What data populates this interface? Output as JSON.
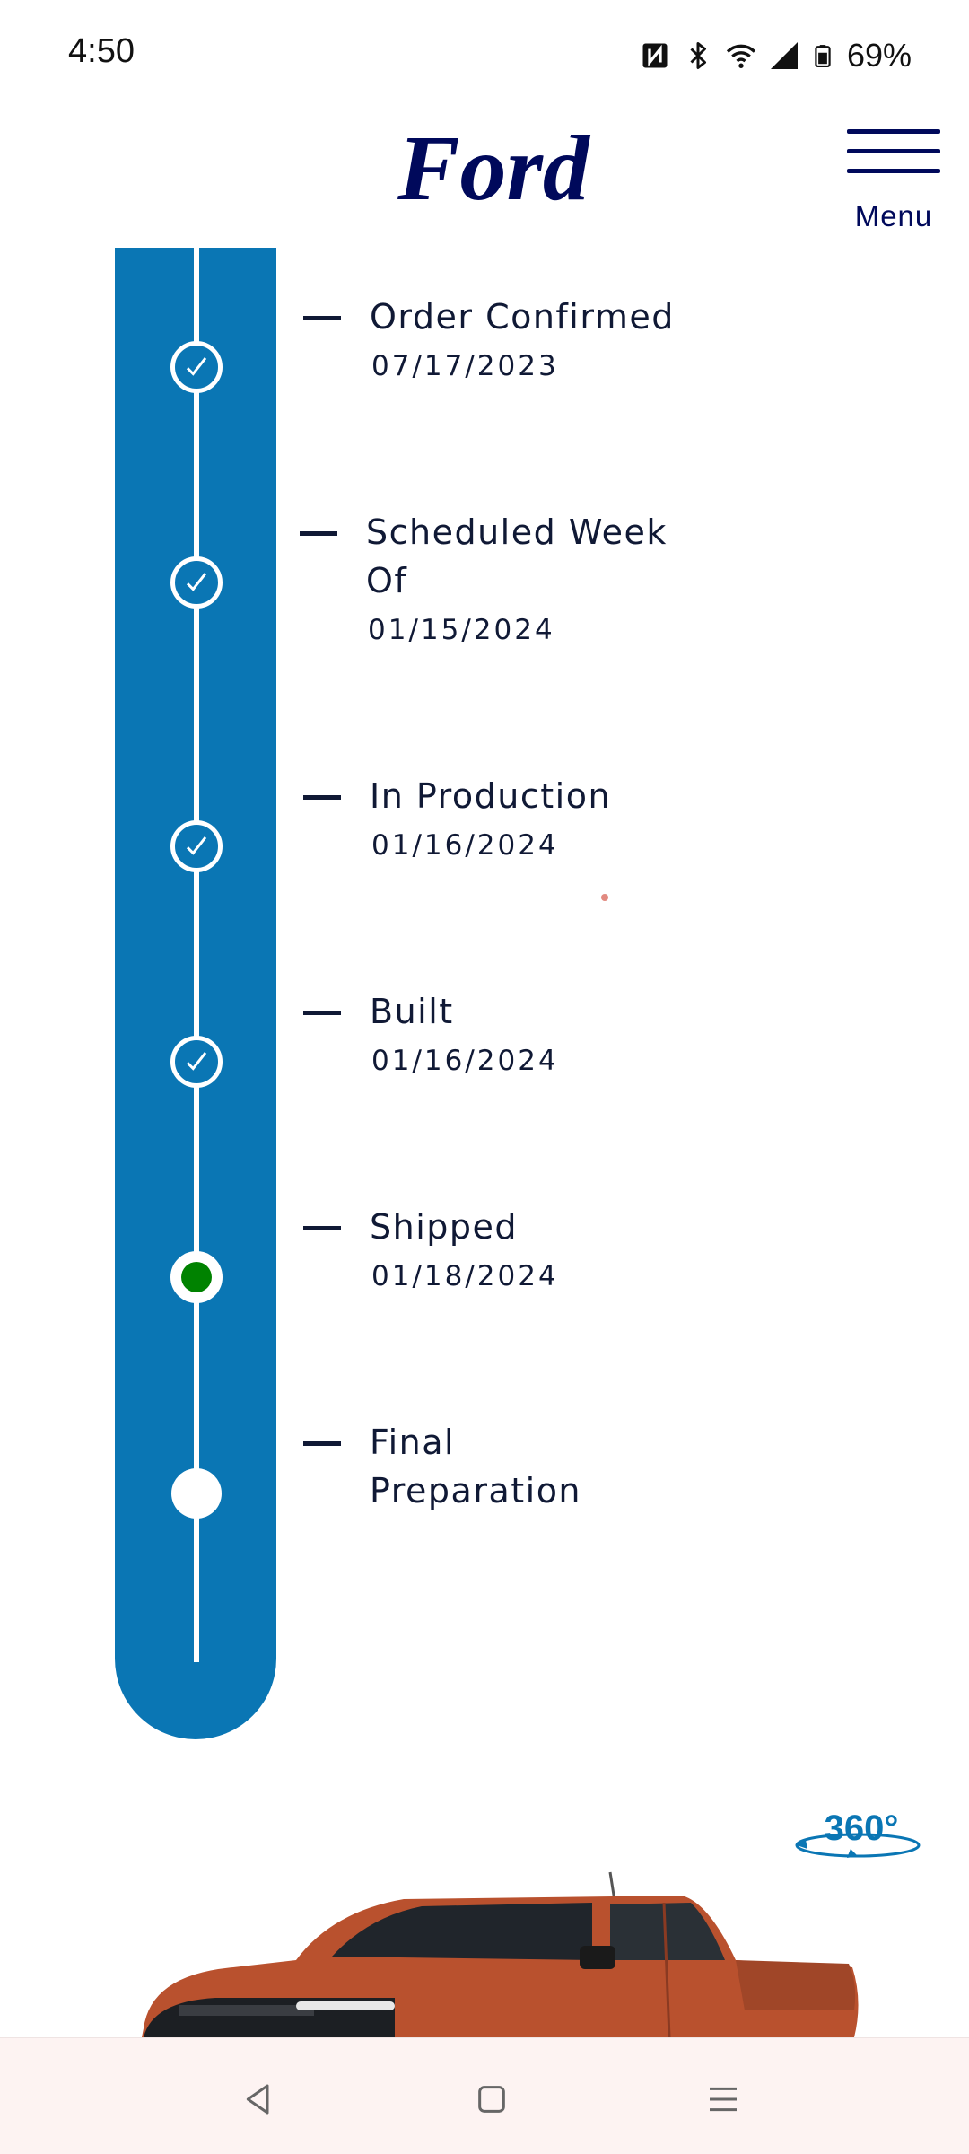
{
  "status_bar": {
    "time": "4:50",
    "battery_percent": "69%",
    "icons": [
      "nfc-icon",
      "bluetooth-icon",
      "wifi-icon",
      "signal-icon",
      "battery-icon"
    ]
  },
  "header": {
    "logo_text": "Ford",
    "menu_label": "Menu"
  },
  "timeline": {
    "steps": [
      {
        "title": "Order Confirmed",
        "date": "07/17/2023",
        "state": "complete"
      },
      {
        "title_line1": "Scheduled Week",
        "title_line2": "Of",
        "date": "01/15/2024",
        "state": "complete"
      },
      {
        "title": "In Production",
        "date": "01/16/2024",
        "state": "complete"
      },
      {
        "title": "Built",
        "date": "01/16/2024",
        "state": "complete"
      },
      {
        "title": "Shipped",
        "date": "01/18/2024",
        "state": "current"
      },
      {
        "title_line1": "Final",
        "title_line2": "Preparation",
        "state": "pending"
      }
    ]
  },
  "vehicle": {
    "view_360_label": "360°"
  },
  "colors": {
    "track": "#0a76b4",
    "ford_blue": "#00095b",
    "current_step": "#008200",
    "text": "#101935"
  }
}
